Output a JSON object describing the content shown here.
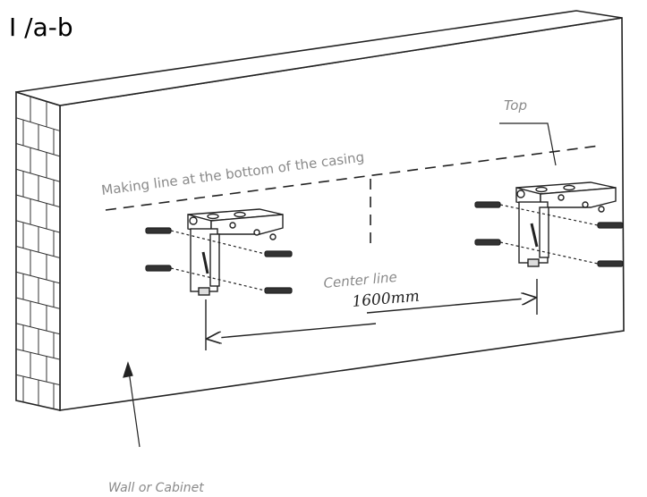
{
  "title": "I /a-b",
  "labels": {
    "top": "Top",
    "making_line": "Making line at the bottom of the casing",
    "center_line": "Center line",
    "distance": "1600mm",
    "wall": "Wall or Cabinet"
  },
  "colors": {
    "line": "#222222",
    "label_gray": "#8a8a8a"
  }
}
